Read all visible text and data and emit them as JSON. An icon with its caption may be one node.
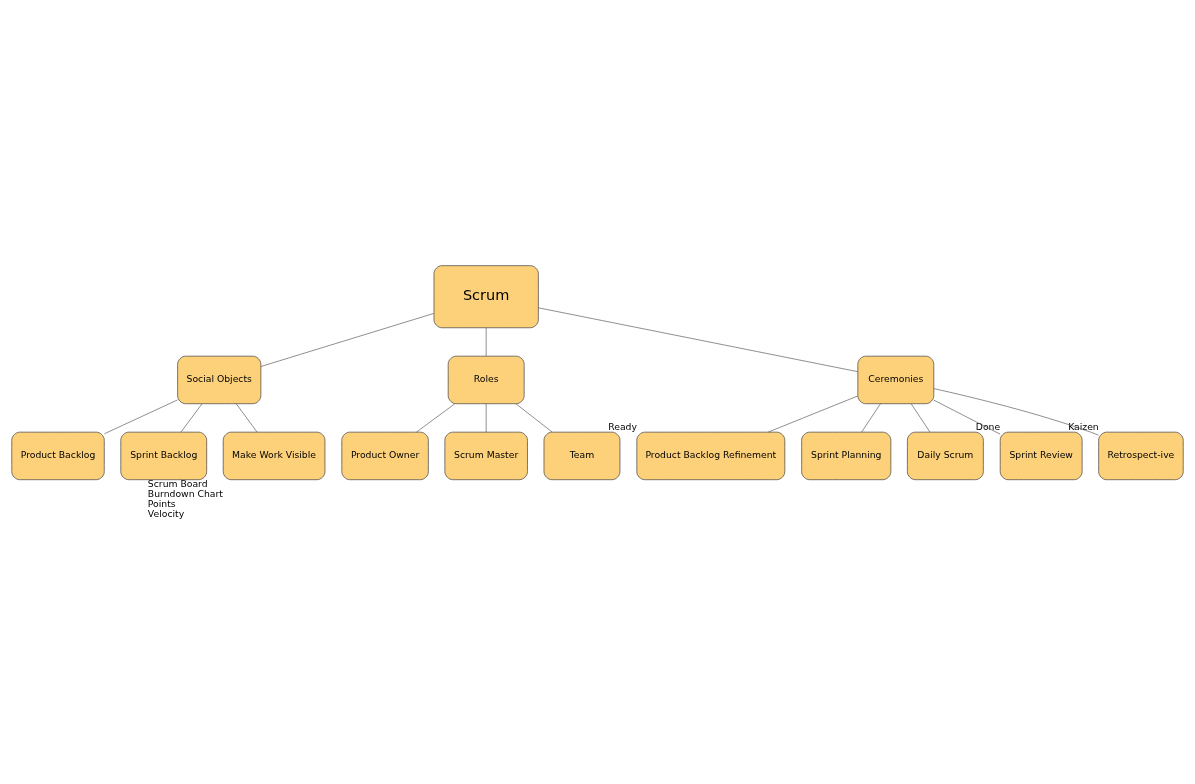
{
  "diagram": {
    "nodes": [
      {
        "text": [
          "Scrum"
        ]
      },
      {
        "text": [
          "Product Backlog"
        ]
      },
      {
        "text": [
          "Sprint Backlog"
        ]
      },
      {
        "text": [
          "Make Work Visible"
        ],
        "beside": [
          "Scrum Board",
          "Burndown Chart",
          "Points",
          "Velocity"
        ]
      },
      {
        "text": [
          "Social Objects"
        ]
      },
      {
        "text": [
          "Roles"
        ]
      },
      {
        "text": [
          "Product Owner"
        ]
      },
      {
        "text": [
          "Scrum Master"
        ]
      },
      {
        "text": [
          "Team"
        ]
      },
      {
        "text": [
          "Ceremonies"
        ]
      },
      {
        "text": [
          "Product Backlog Refinement"
        ],
        "beside": [
          "Ready"
        ]
      },
      {
        "text": [
          "Sprint Planning"
        ]
      },
      {
        "text": [
          "Daily Scrum"
        ]
      },
      {
        "text": [
          "Sprint Review"
        ],
        "beside": [
          "Done"
        ]
      },
      {
        "text": [
          "Retrospect-ive"
        ],
        "beside": [
          "Kaizen"
        ]
      }
    ],
    "edges": [
      {
        "from": 0,
        "to": 4,
        "arrow": "none"
      },
      {
        "from": 0,
        "to": 5,
        "arrow": "none"
      },
      {
        "from": 0,
        "to": 9,
        "arrow": "none"
      },
      {
        "from": 4,
        "to": 1,
        "arrow": "none"
      },
      {
        "from": 4,
        "to": 2,
        "arrow": "none"
      },
      {
        "from": 4,
        "to": 3,
        "arrow": "none"
      },
      {
        "from": 5,
        "to": 6,
        "arrow": "none"
      },
      {
        "from": 5,
        "to": 7,
        "arrow": "none"
      },
      {
        "from": 5,
        "to": 8,
        "arrow": "none"
      },
      {
        "from": 9,
        "to": 10,
        "arrow": "none"
      },
      {
        "from": 9,
        "to": 11,
        "arrow": "none"
      },
      {
        "from": 9,
        "to": 12,
        "arrow": "none"
      },
      {
        "from": 9,
        "to": 13,
        "arrow": "none"
      },
      {
        "from": 9,
        "to": 14,
        "arrow": "none"
      }
    ]
  }
}
